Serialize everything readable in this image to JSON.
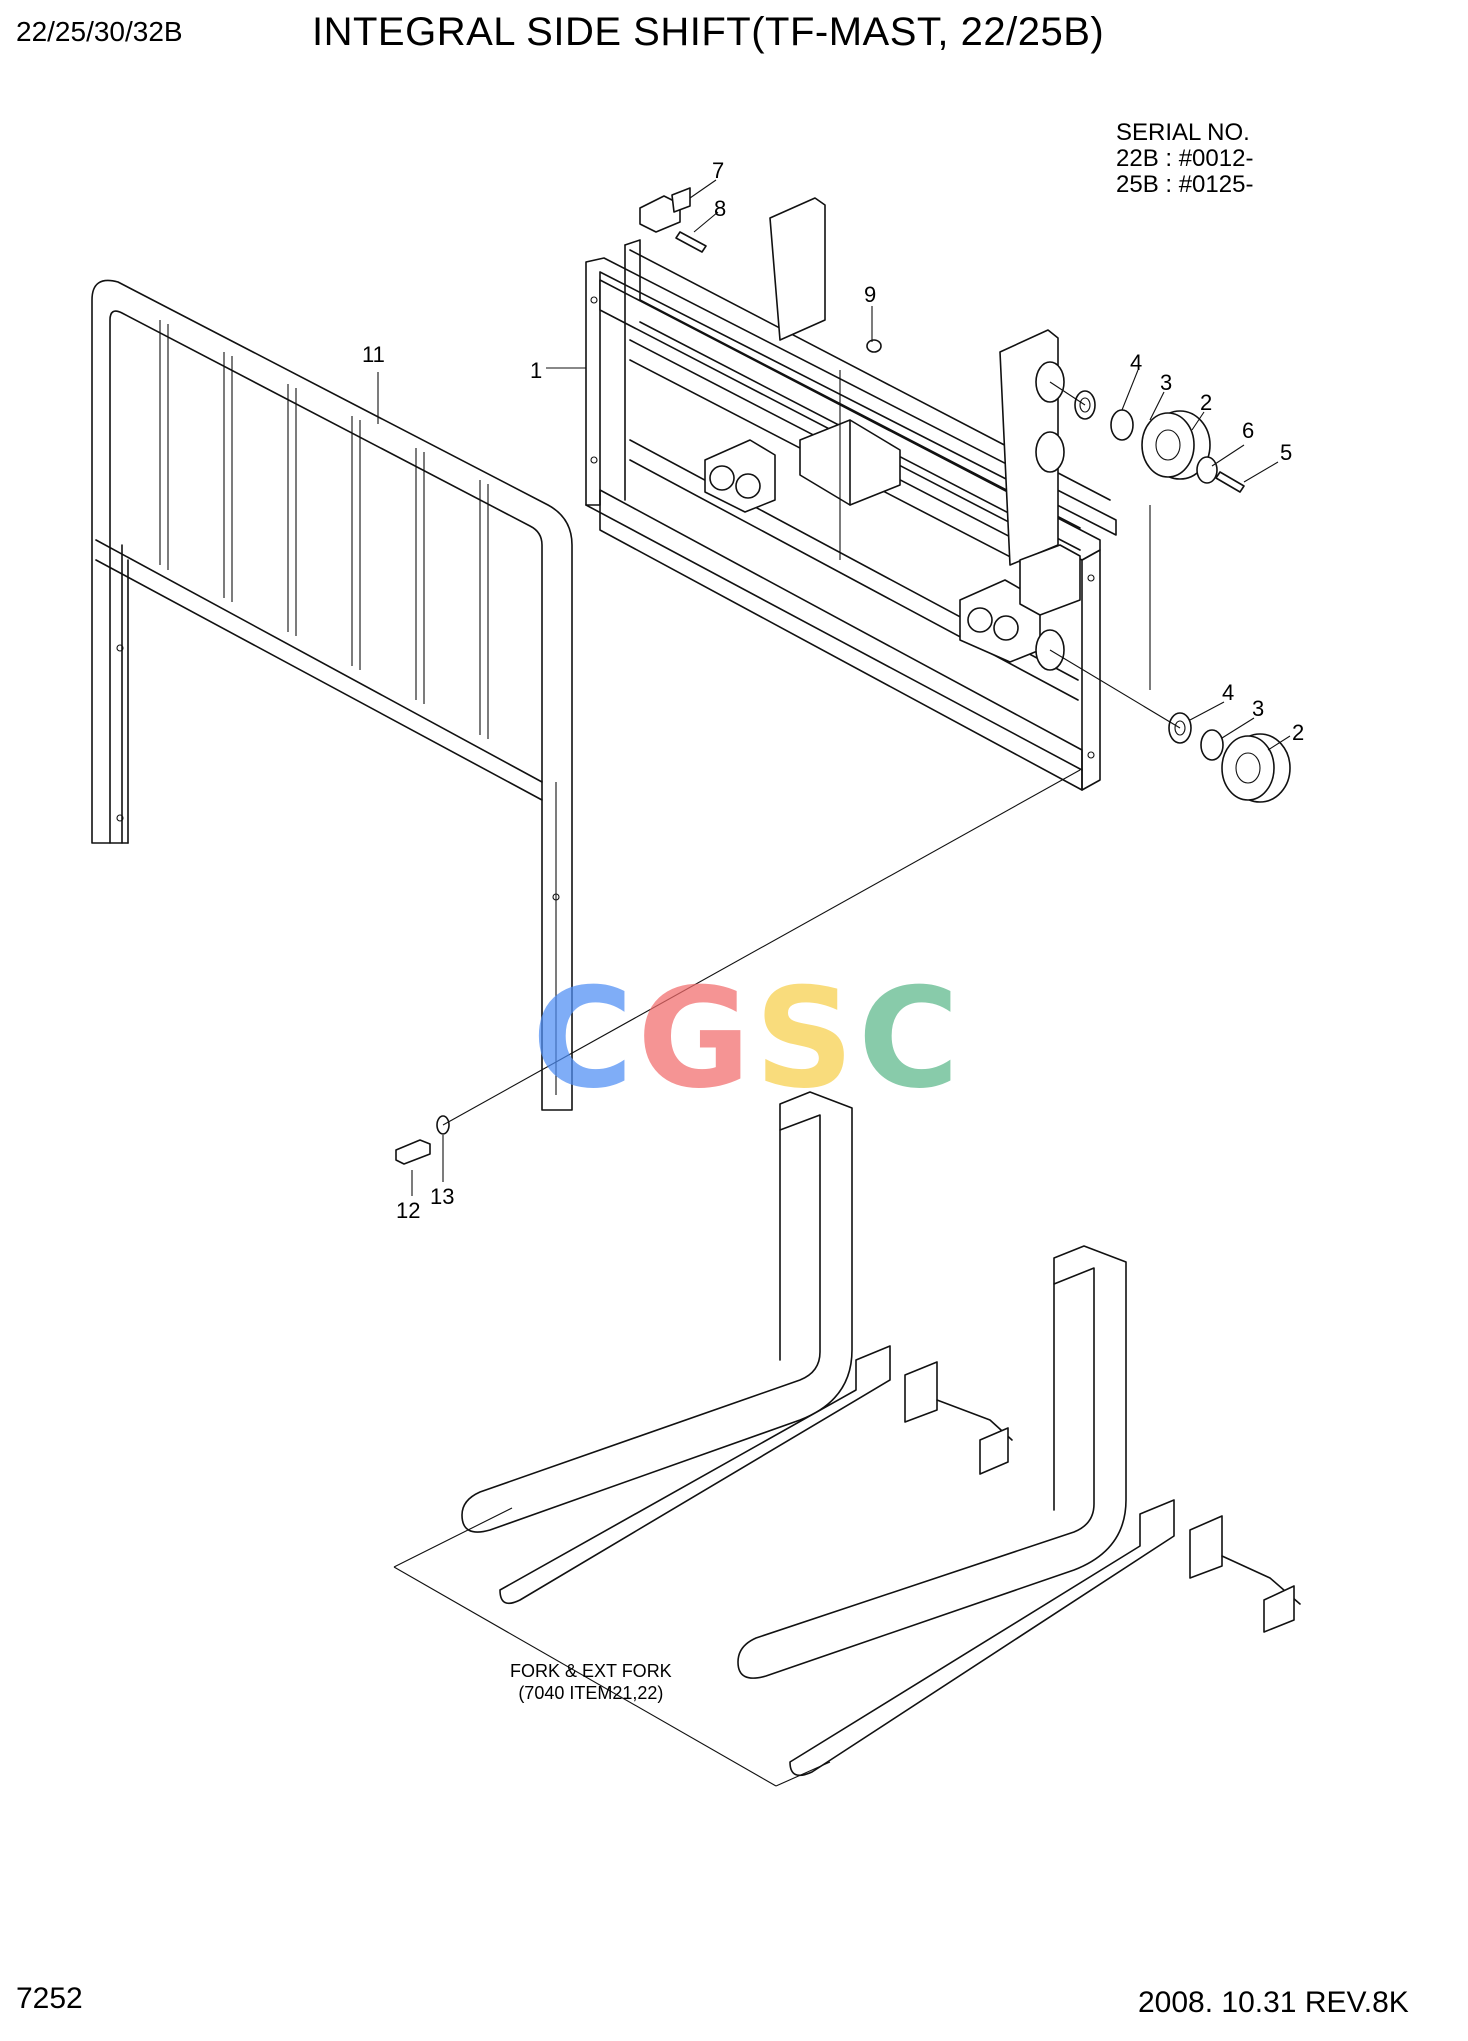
{
  "header": {
    "model": "22/25/30/32B",
    "title": "INTEGRAL SIDE SHIFT(TF-MAST, 22/25B)"
  },
  "serial": {
    "heading": "SERIAL NO.",
    "line1": "22B : #0012-",
    "line2": "25B : #0125-"
  },
  "callouts": {
    "c1": "1",
    "c2a": "2",
    "c2b": "2",
    "c3a": "3",
    "c3b": "3",
    "c4a": "4",
    "c4b": "4",
    "c5": "5",
    "c6": "6",
    "c7": "7",
    "c8": "8",
    "c9": "9",
    "c11": "11",
    "c12": "12",
    "c13": "13"
  },
  "fork_note": {
    "line1": "FORK & EXT FORK",
    "line2": "(7040 ITEM21,22)"
  },
  "watermark": {
    "letters": [
      "C",
      "G",
      "S",
      "C"
    ],
    "colors": [
      "#4f8ef5",
      "#f26b6b",
      "#f7cf4a",
      "#5bb88a"
    ]
  },
  "footer": {
    "page": "7252",
    "revision": "2008. 10.31  REV.8K"
  }
}
